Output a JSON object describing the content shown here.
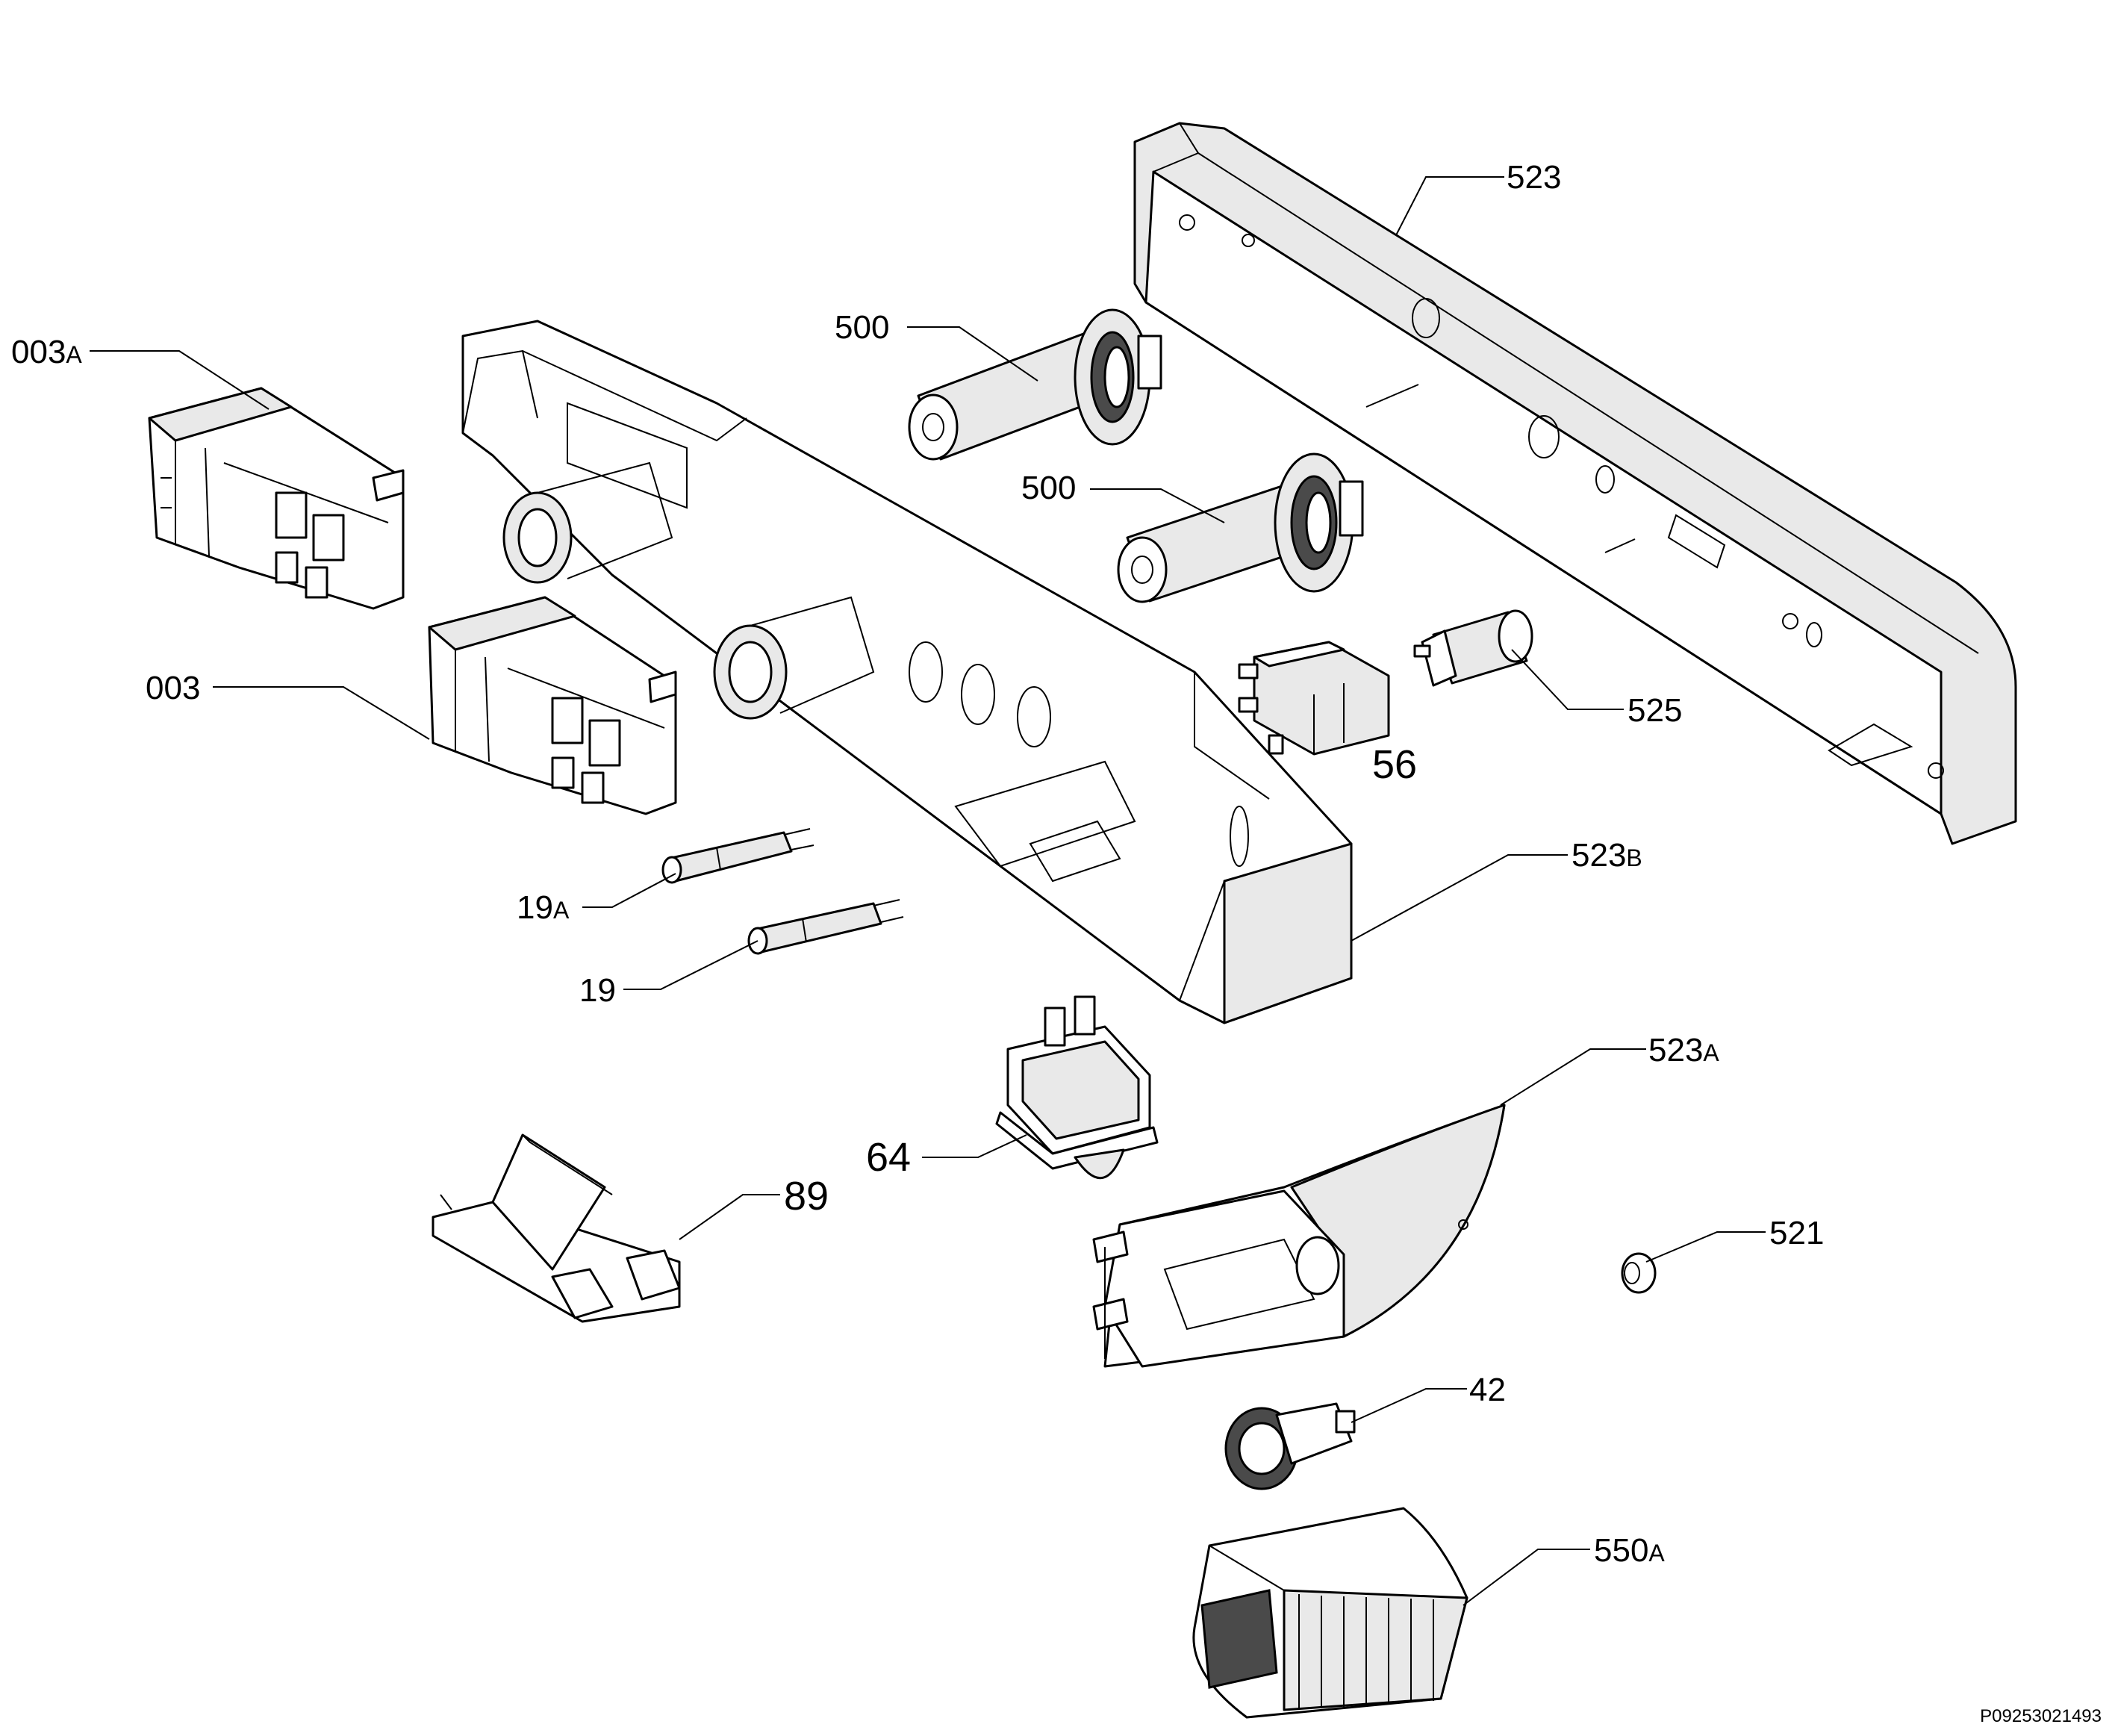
{
  "document": {
    "code": "P09253021493"
  },
  "callouts": [
    {
      "id": "523",
      "label": "523",
      "suffix": ""
    },
    {
      "id": "500a",
      "label": "500",
      "suffix": ""
    },
    {
      "id": "500b",
      "label": "500",
      "suffix": ""
    },
    {
      "id": "003a",
      "label": "003",
      "suffix": "A"
    },
    {
      "id": "003",
      "label": "003",
      "suffix": ""
    },
    {
      "id": "525",
      "label": "525",
      "suffix": ""
    },
    {
      "id": "56",
      "label": "56",
      "suffix": ""
    },
    {
      "id": "523b",
      "label": "523",
      "suffix": "B"
    },
    {
      "id": "19a",
      "label": "19",
      "suffix": "A"
    },
    {
      "id": "19",
      "label": "19",
      "suffix": ""
    },
    {
      "id": "523a",
      "label": "523",
      "suffix": "A"
    },
    {
      "id": "64",
      "label": "64",
      "suffix": ""
    },
    {
      "id": "89",
      "label": "89",
      "suffix": ""
    },
    {
      "id": "521",
      "label": "521",
      "suffix": ""
    },
    {
      "id": "42",
      "label": "42",
      "suffix": ""
    },
    {
      "id": "550a",
      "label": "550",
      "suffix": "A"
    }
  ]
}
